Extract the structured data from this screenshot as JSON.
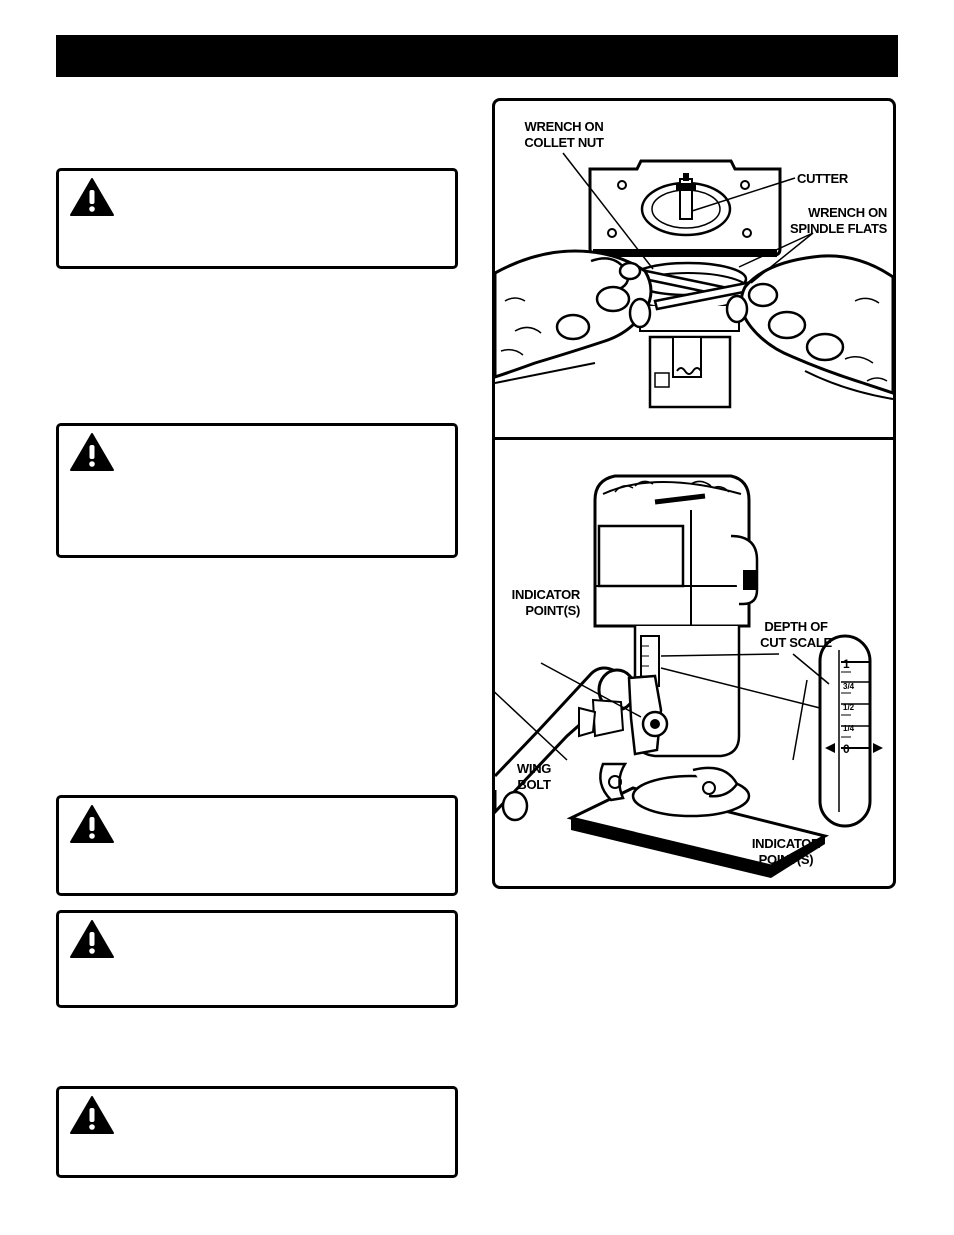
{
  "figures": {
    "collet": {
      "callouts": {
        "wrench_collet": {
          "line1": "WRENCH ON",
          "line2": "COLLET NUT"
        },
        "cutter": {
          "line1": "CUTTER"
        },
        "wrench_spindle": {
          "line1": "WRENCH ON",
          "line2": "SPINDLE FLATS"
        }
      }
    },
    "depth": {
      "callouts": {
        "indicator_top": {
          "line1": "INDICATOR",
          "line2": "POINT(S)"
        },
        "depth_scale": {
          "line1": "DEPTH OF",
          "line2": "CUT SCALE"
        },
        "wing_bolt": {
          "line1": "WING",
          "line2": "BOLT"
        },
        "indicator_bottom": {
          "line1": "INDICATOR",
          "line2": "POINT(S)"
        }
      },
      "scale_ticks": [
        "1",
        "3/4",
        "1/2",
        "1/4",
        "0"
      ]
    }
  },
  "icons": {
    "warning": "warning-triangle-icon"
  }
}
